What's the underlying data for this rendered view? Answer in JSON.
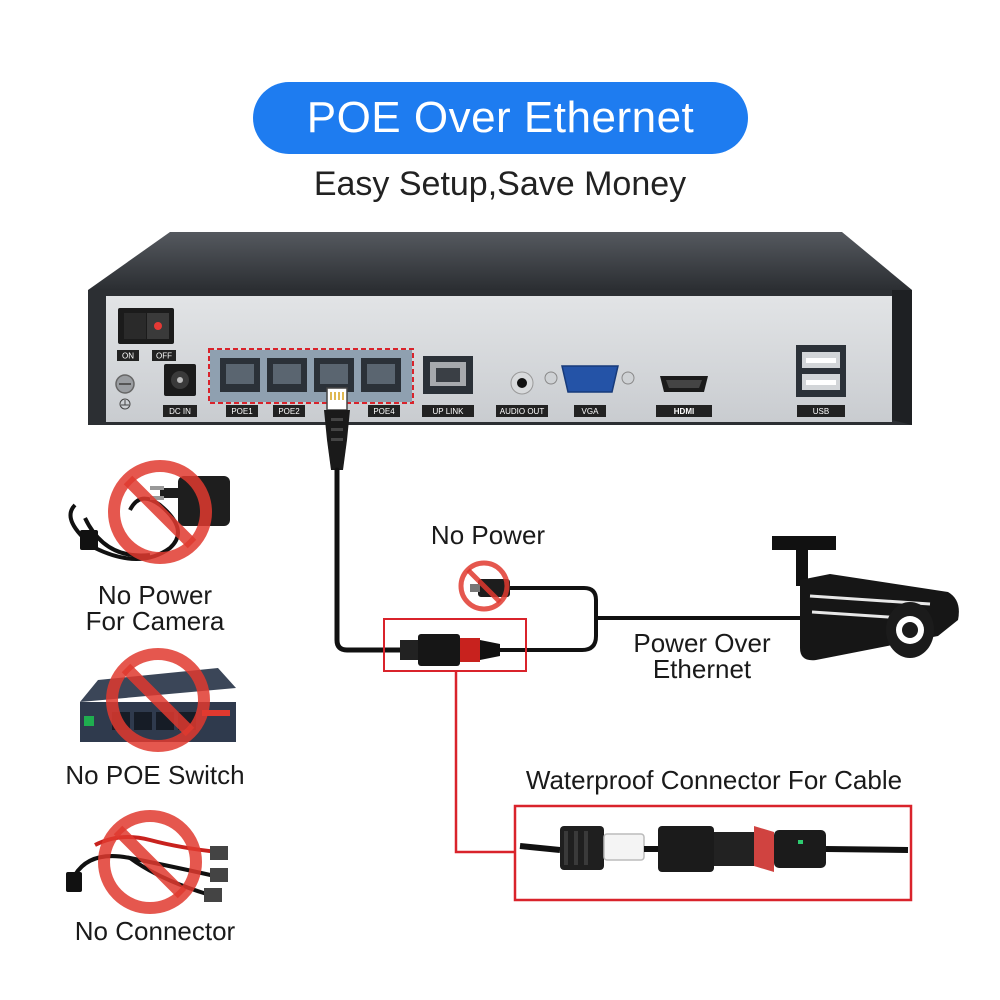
{
  "header": {
    "title": "POE Over Ethernet",
    "subtitle": "Easy Setup,Save Money",
    "accent_color": "#1e7cf0"
  },
  "nvr": {
    "labels": {
      "on": "ON",
      "off": "OFF",
      "dc_in": "DC IN",
      "poe1": "POE1",
      "poe2": "POE2",
      "poe4": "POE4",
      "uplink": "UP LINK",
      "audio_out": "AUDIO OUT",
      "vga": "VGA",
      "hdmi": "HDMI",
      "usb": "USB"
    }
  },
  "left_column": {
    "items": [
      {
        "label_line1": "No Power",
        "label_line2": "For Camera",
        "icon": "power-adapter-icon"
      },
      {
        "label_line1": "No POE Switch",
        "label_line2": "",
        "icon": "network-switch-icon"
      },
      {
        "label_line1": "No Connector",
        "label_line2": "",
        "icon": "splitter-cable-icon"
      }
    ]
  },
  "center": {
    "no_power": "No Power",
    "poe_line1": "Power Over",
    "poe_line2": "Ethernet",
    "waterproof": "Waterproof Connector For Cable"
  },
  "colors": {
    "prohibit_red": "#e0392f",
    "highlight_red": "#d9232b",
    "cable": "#111111",
    "nvr_body": "#3a3d42",
    "nvr_panel": "#d6d9dc"
  }
}
